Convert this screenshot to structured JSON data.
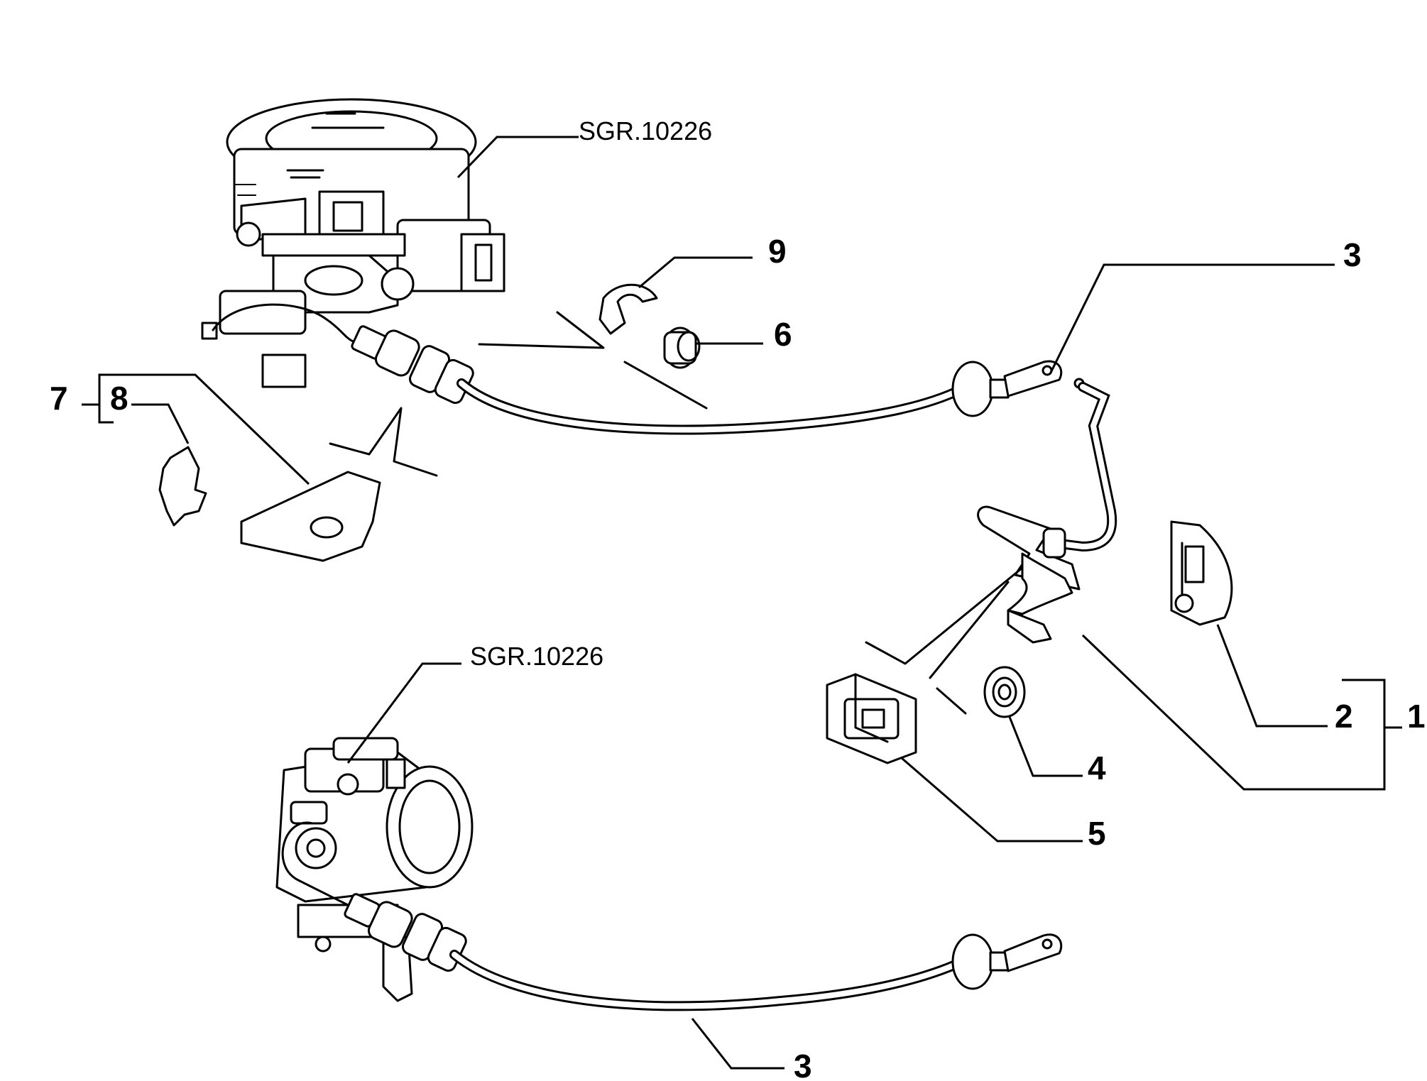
{
  "labels": {
    "ref_upper": "SGR.10226",
    "ref_lower": "SGR.10226",
    "n1": "1",
    "n2": "2",
    "n3_upper": "3",
    "n3_lower": "3",
    "n4": "4",
    "n5": "5",
    "n6": "6",
    "n7": "7",
    "n8": "8",
    "n9": "9"
  }
}
